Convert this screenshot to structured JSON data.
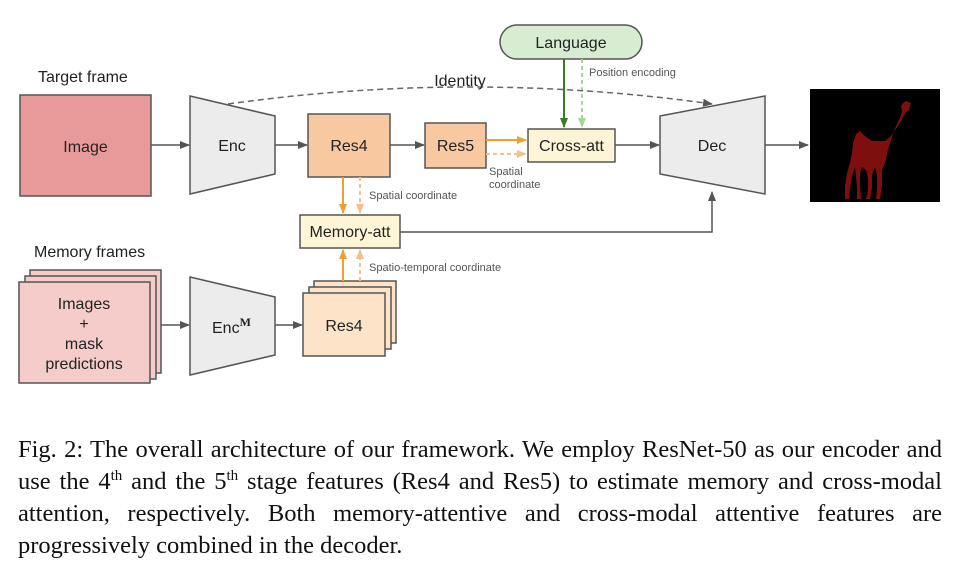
{
  "diagram": {
    "target_frame_label": "Target frame",
    "image_box": "Image",
    "enc": "Enc",
    "res4": "Res4",
    "res5": "Res5",
    "cross_att": "Cross-att",
    "dec": "Dec",
    "language": "Language",
    "identity": "Identity",
    "position_encoding": "Position encoding",
    "spatial_coordinate": "Spatial coordinate",
    "spatial_line1": "Spatial",
    "spatial_line2": "coordinate",
    "memory_att": "Memory-att",
    "spatio_temporal": "Spatio-temporal coordinate",
    "memory_frames_label": "Memory frames",
    "memory_box_lines": [
      "Images",
      "+",
      "mask",
      "predictions"
    ],
    "enc_m_base": "Enc",
    "enc_m_sup": "M",
    "memory_res4": "Res4",
    "colors": {
      "image_box": "#e89a9a",
      "res_box": "#f8c9a0",
      "res_box_light": "#fde3c8",
      "cross_box": "#fef5d6",
      "language_box": "#d8ecd2",
      "memory_box": "#f6cccb",
      "arrow_orange": "#f0a030",
      "arrow_green": "#3d7a2a"
    }
  },
  "caption": {
    "fig": "Fig. 2:",
    "p1": " The overall architecture of our framework. We employ ResNet-50 as our encoder and use the 4",
    "sup1": "th",
    "p2": " and the 5",
    "sup2": "th",
    "p3": " stage features (Res4 and Res5) to estimate memory and cross-modal attention, respectively. Both memory-attentive and cross-modal attentive features are progressively combined in the decoder."
  }
}
